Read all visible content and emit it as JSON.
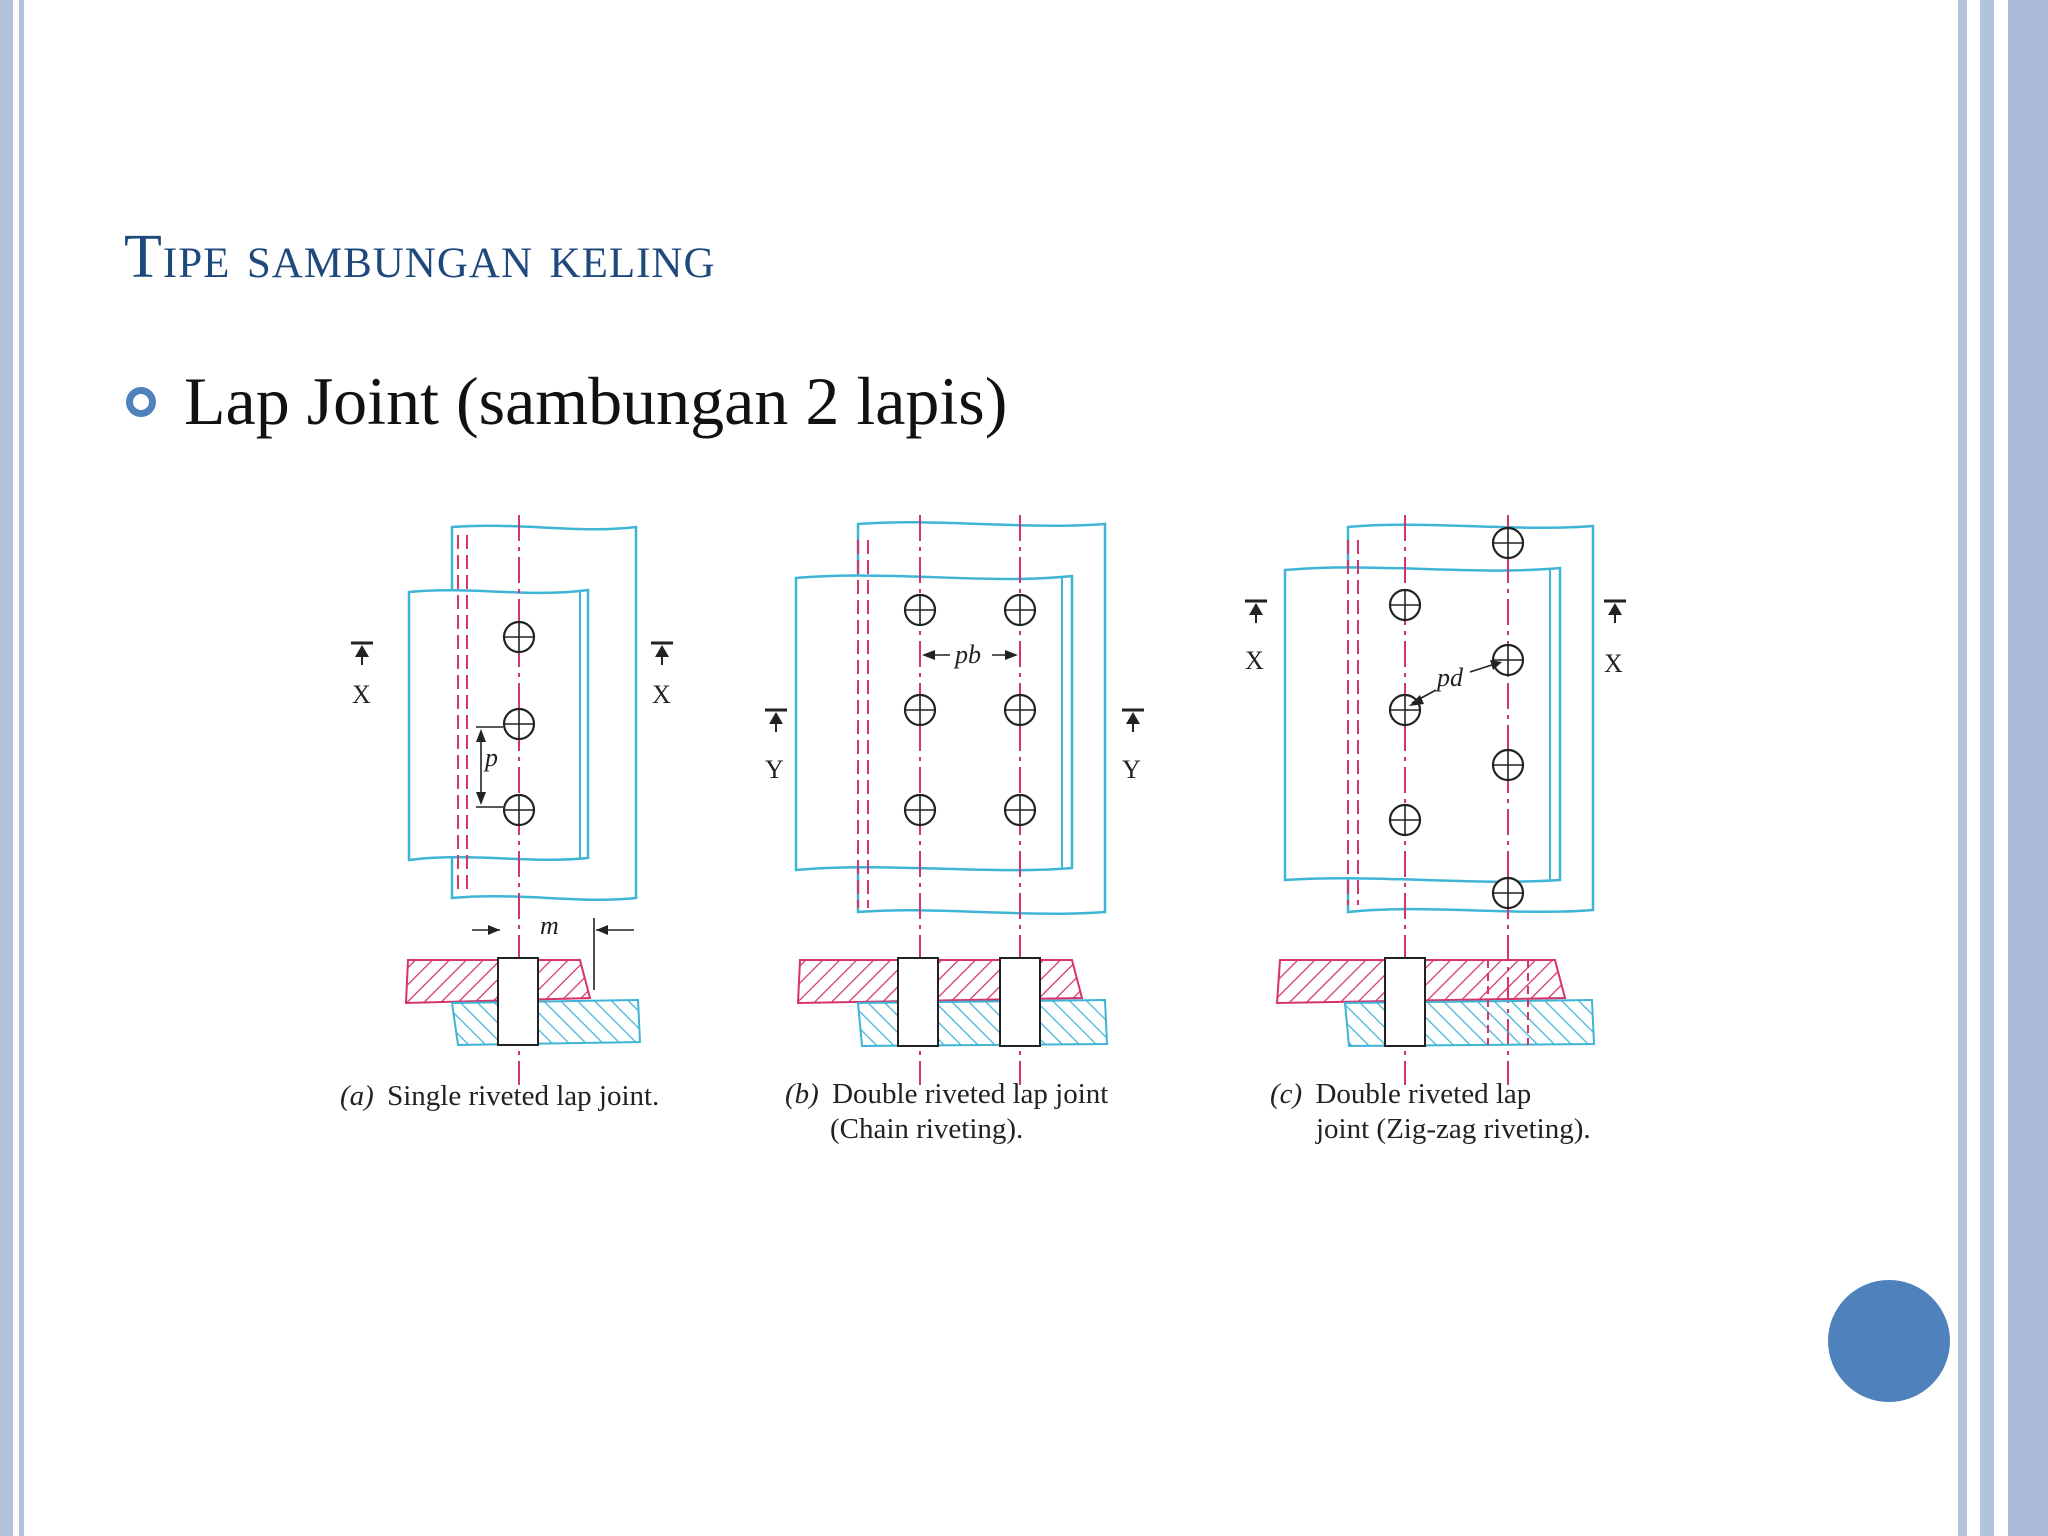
{
  "slide": {
    "title": "Tipe sambungan keling",
    "bullet": "Lap Joint (sambungan 2 lapis)"
  },
  "figure": {
    "panel_a": {
      "caption_prefix": "(a)",
      "caption": "Single riveted lap joint.",
      "section_left": "X",
      "section_right": "X",
      "pitch_label": "p",
      "margin_label": "m"
    },
    "panel_b": {
      "caption_prefix": "(b)",
      "caption_line1": "Double riveted lap joint",
      "caption_line2": "(Chain riveting).",
      "section_left": "Y",
      "section_right": "Y",
      "pitch_label": "pb"
    },
    "panel_c": {
      "caption_prefix": "(c)",
      "caption_line1": "Double riveted lap",
      "caption_line2": "joint (Zig-zag riveting).",
      "section_left": "X",
      "section_right": "X",
      "pitch_label": "pd"
    }
  },
  "colors": {
    "title": "#1f497d",
    "accent": "#4f81bd",
    "plate_outline": "#3fb5d6",
    "centerline": "#d6336c",
    "hatch_pink": "#d6336c",
    "hatch_blue": "#3fb5d6",
    "side_bars": "#b4c3dc"
  }
}
